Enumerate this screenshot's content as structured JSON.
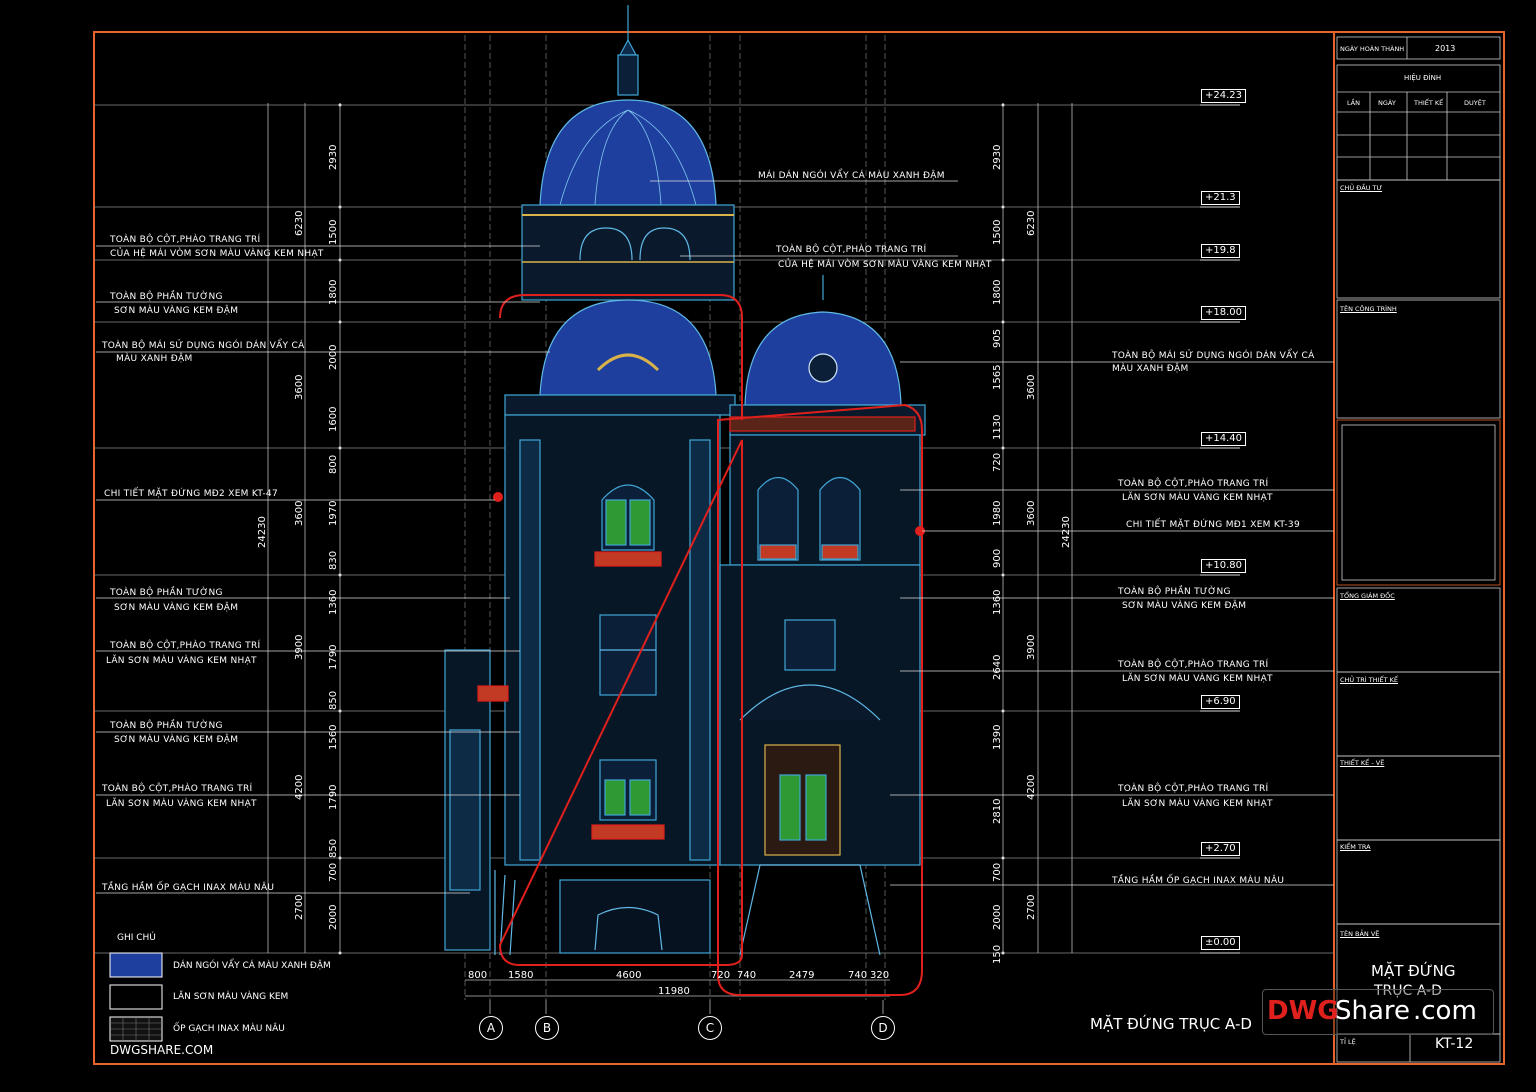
{
  "colors": {
    "frame": "#e8642c",
    "drawing": "#3fa6d6",
    "dome": "#1f3f9e",
    "accent_red": "#e0201c",
    "gold": "#d9b24a",
    "window_green": "#2f9a33",
    "grid_line": "#7a7a7a"
  },
  "elevations": [
    "+24.23",
    "+21.3",
    "+19.8",
    "+18.00",
    "+14.40",
    "+10.80",
    "+6.90",
    "+2.70",
    "±0.00"
  ],
  "left_notes": [
    {
      "l1": "TOÀN BỘ CỘT,PHÀO TRANG TRÍ",
      "l2": "CỦA HỆ MÁI VÒM SƠN MÀU VÀNG KEM NHẠT"
    },
    {
      "l1": "TOÀN BỘ PHẦN TƯỜNG",
      "l2": "SƠN MÀU VÀNG KEM ĐẬM"
    },
    {
      "l1": "TOÀN BỘ MÁI SỬ DỤNG NGÓI DÁN VẨY CÁ",
      "l2": "MÀU XANH ĐẬM"
    },
    {
      "l1": "CHI TIẾT MẶT ĐỨNG MĐ2 XEM KT-47",
      "l2": ""
    },
    {
      "l1": "TOÀN BỘ PHẦN TƯỜNG",
      "l2": "SƠN MÀU VÀNG KEM ĐẬM"
    },
    {
      "l1": "TOÀN BỘ CỘT,PHÀO TRANG TRÍ",
      "l2": "LĂN SƠN MÀU VÀNG KEM NHẠT"
    },
    {
      "l1": "TOÀN BỘ PHẦN TƯỜNG",
      "l2": "SƠN MÀU VÀNG KEM ĐẬM"
    },
    {
      "l1": "TOÀN BỘ CỘT,PHÀO TRANG TRÍ",
      "l2": "LĂN SƠN MÀU VÀNG KEM NHẠT"
    },
    {
      "l1": "TẦNG HẦM ỐP GẠCH INAX MÀU NÂU",
      "l2": ""
    }
  ],
  "right_notes": [
    {
      "l1": "MÁI DÁN NGÓI VẨY CÁ MÀU XANH ĐẬM",
      "l2": ""
    },
    {
      "l1": "TOÀN BỘ CỘT,PHÀO TRANG TRÍ",
      "l2": "CỦA HỆ MÁI VÒM SƠN MÀU VÀNG KEM NHẠT"
    },
    {
      "l1": "TOÀN BỘ MÁI SỬ DỤNG NGÓI DÁN VẨY CÁ",
      "l2": "MÀU XANH ĐẬM"
    },
    {
      "l1": "TOÀN BỘ CỘT,PHÀO TRANG TRÍ",
      "l2": "LĂN SƠN MÀU VÀNG KEM NHẠT"
    },
    {
      "l1": "CHI TIẾT MẶT ĐỨNG MĐ1 XEM KT-39",
      "l2": ""
    },
    {
      "l1": "TOÀN BỘ PHẦN TƯỜNG",
      "l2": "SƠN MÀU VÀNG KEM ĐẬM"
    },
    {
      "l1": "TOÀN BỘ CỘT,PHÀO TRANG TRÍ",
      "l2": "LĂN SƠN MÀU VÀNG KEM NHẠT"
    },
    {
      "l1": "TOÀN BỘ CỘT,PHÀO TRANG TRÍ",
      "l2": "LĂN SƠN MÀU VÀNG KEM NHẠT"
    },
    {
      "l1": "TẦNG HẦM ỐP GẠCH INAX MÀU NÂU",
      "l2": ""
    }
  ],
  "dims_left_outer": [
    "6230",
    "3600",
    "3600",
    "3900",
    "4200",
    "2700"
  ],
  "dims_left_inner": [
    "2930",
    "1500",
    "1800",
    "2000",
    "1600",
    "800",
    "1970",
    "830",
    "1360",
    "1790",
    "850",
    "1560",
    "1790",
    "850",
    "700",
    "2000"
  ],
  "dims_right_outer": [
    "6230",
    "3600",
    "3600",
    "3900",
    "4200",
    "2700"
  ],
  "dims_right_inner": [
    "2930",
    "1500",
    "1800",
    "905",
    "1565",
    "1130",
    "720",
    "1980",
    "900",
    "1360",
    "2640",
    "1390",
    "2810",
    "700",
    "2000",
    "150"
  ],
  "total_height": "24230",
  "bottom_dims": [
    "800",
    "1580",
    "4600",
    "720",
    "740",
    "2479",
    "740",
    "320"
  ],
  "total_width": "11980",
  "axes": [
    "A",
    "B",
    "C",
    "D"
  ],
  "legend": {
    "title": "GHI CHÚ",
    "items": [
      "DÁN NGÓI VẨY CÁ MÀU XANH ĐẬM",
      "LĂN SƠN MÀU VÀNG KEM",
      "ỐP GẠCH INAX MÀU NÂU"
    ]
  },
  "watermark_left": "DWGSHARE.COM",
  "drawing_title": "MẶT ĐỨNG TRỤC A-D",
  "title_block": {
    "completion_label": "NGÀY HOÀN THÀNH",
    "completion_year": "2013",
    "revision_title": "HIỆU ĐÍNH",
    "revision_cols": [
      "LẦN",
      "NGÀY",
      "THIẾT KẾ",
      "DUYỆT"
    ],
    "investor": "CHỦ ĐẦU TƯ",
    "project": "TÊN CÔNG TRÌNH",
    "director": "TỔNG GIÁM ĐỐC",
    "lead_designer": "CHỦ TRÌ THIẾT KẾ",
    "designer": "THIẾT KẾ - VẼ",
    "checker": "KIỂM TRA",
    "sheet_name_label": "TÊN BẢN VẼ",
    "sheet_name_l1": "MẶT ĐỨNG",
    "sheet_name_l2": "TRỤC A-D",
    "scale_label": "TỈ LỆ",
    "sheet_no": "KT-12"
  },
  "brand": {
    "a": "DWG",
    "b": "Share",
    ".com": ".com"
  }
}
